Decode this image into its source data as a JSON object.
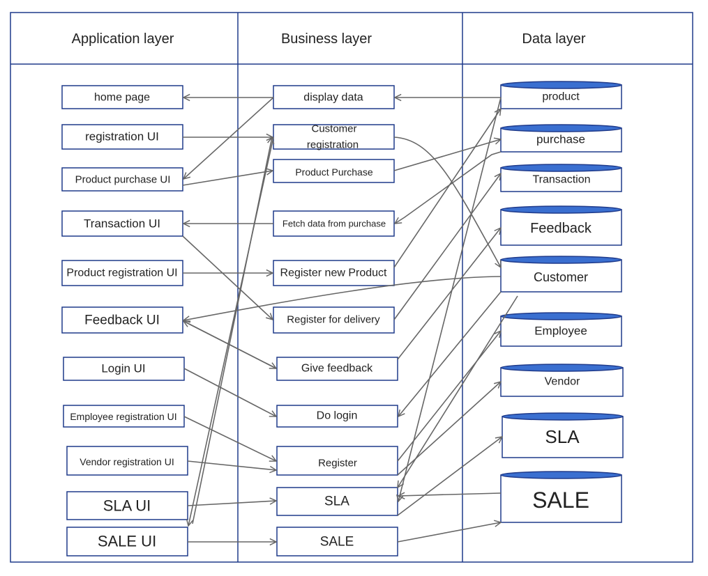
{
  "lanes": {
    "application": "Application layer",
    "business": "Business layer",
    "data": "Data layer"
  },
  "application_nodes": {
    "home_page": "home page",
    "registration_ui": "registration UI",
    "product_purchase_ui": "Product purchase UI",
    "transaction_ui": "Transaction UI",
    "product_registration_ui": "Product registration UI",
    "feedback_ui": "Feedback UI",
    "login_ui": "Login UI",
    "employee_registration_ui": "Employee registration UI",
    "vendor_registration_ui": "Vendor registration UI",
    "sla_ui": "SLA UI",
    "sale_ui": "SALE UI"
  },
  "business_nodes": {
    "display_data": "display data",
    "customer_registration_line1": "Customer",
    "customer_registration_line2": "registration",
    "product_purchase": "Product Purchase",
    "fetch_data_from_purchase": "Fetch data from purchase",
    "register_new_product": "Register new Product",
    "register_for_delivery": "Register for delivery",
    "give_feedback": "Give feedback",
    "do_login": "Do login",
    "register": "Register",
    "sla": "SLA",
    "sale": "SALE"
  },
  "data_nodes": {
    "product": "product",
    "purchase": "purchase",
    "transaction": "Transaction",
    "feedback": "Feedback",
    "customer": "Customer",
    "employee": "Employee",
    "vendor": "Vendor",
    "sla": "SLA",
    "sale": "SALE"
  },
  "colors": {
    "border": "#1f3a8a",
    "cylinder_top": "#3a6fd0",
    "arrow": "#666666"
  }
}
